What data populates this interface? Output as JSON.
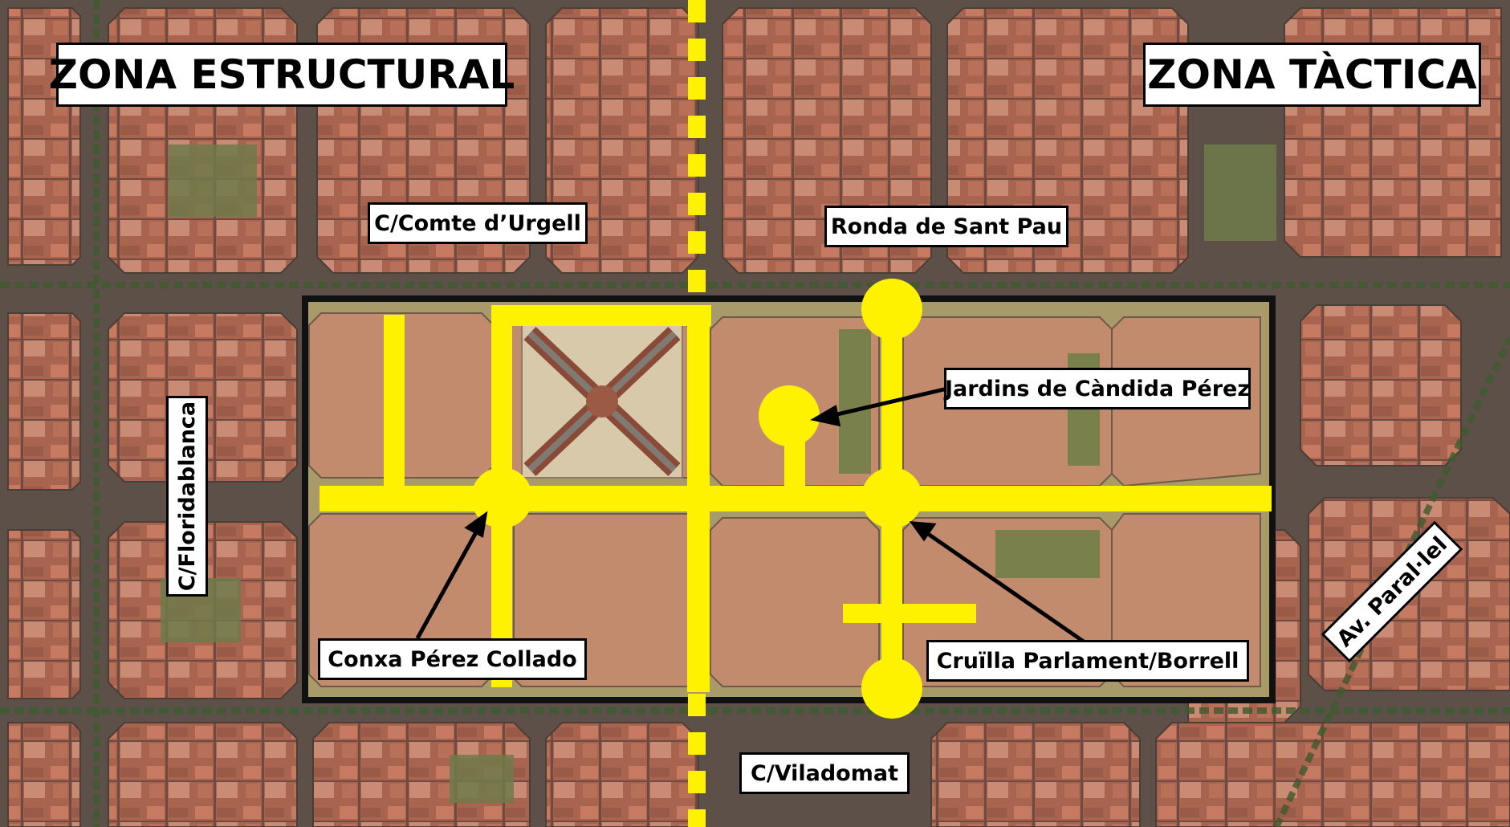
{
  "zones": {
    "structural": "ZONA ESTRUCTURAL",
    "tactical": "ZONA TÀCTICA"
  },
  "streets": {
    "comte_urgell": "C/Comte d’Urgell",
    "ronda_sant_pau": "Ronda de Sant Pau",
    "floridablanca": "C/Floridablanca",
    "viladomat": "C/Viladomat",
    "parallel": "Av. Paral·lel"
  },
  "places": {
    "jardins": "Jardins de Càndida Pérez",
    "conxa": "Conxa Pérez Collado",
    "cruilla": "Cruïlla Parlament/Borrell"
  },
  "colors": {
    "highlight": "#FFF200",
    "frame": "#111111",
    "label_bg": "#FFFFFF"
  }
}
